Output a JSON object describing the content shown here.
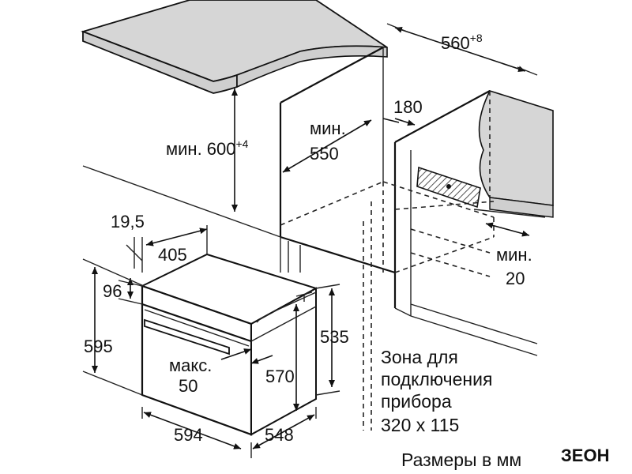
{
  "diagram": {
    "dimensions": {
      "cabinet_height": "мин. 600",
      "cabinet_height_tol": "+4",
      "cabinet_depth_line1": "мин.",
      "cabinet_depth_line2": "550",
      "niche_width": "560",
      "niche_width_tol": "+8",
      "vent_gap": "180",
      "side_gap_line1": "мин.",
      "side_gap_line2": "20",
      "front_offset": "19,5",
      "top_depth": "405",
      "panel_height": "96",
      "overall_height": "595",
      "body_height": "535",
      "niche_height": "570",
      "door_gap_line1": "макс.",
      "door_gap_line2": "50",
      "overall_width": "594",
      "overall_depth": "548"
    },
    "connection_zone": {
      "line1": "Зона для",
      "line2": "подключения",
      "line3": "прибора",
      "line4": "320 x 115"
    },
    "units_note": "Размеры в мм",
    "logo_text": "ЗЕОН",
    "colors": {
      "countertop": "#d6d6d6",
      "wall": "#d6d6d6",
      "line": "#111111",
      "hatch": "#555555"
    }
  }
}
